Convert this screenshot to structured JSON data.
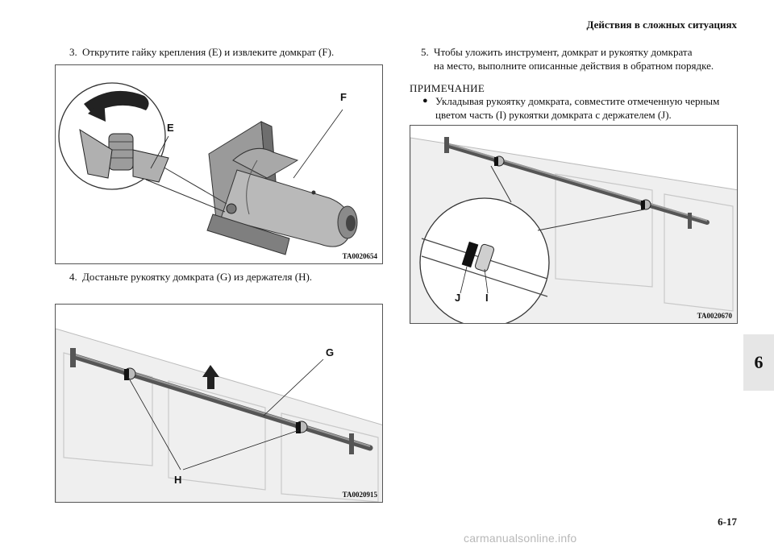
{
  "header": {
    "title": "Действия в сложных ситуациях"
  },
  "steps": [
    {
      "number": "3.",
      "text": "Открутите гайку крепления (E) и извлеките домкрат (F)."
    },
    {
      "number": "4.",
      "text": "Достаньте рукоятку домкрата (G) из держателя (H)."
    },
    {
      "number": "5.",
      "text_line1": "Чтобы уложить инструмент, домкрат и рукоятку домкрата",
      "text_line2": "на место, выполните описанные действия в обратном порядке."
    }
  ],
  "note": {
    "heading": "ПРИМЕЧАНИЕ",
    "bullet": "●",
    "line1": "Укладывая рукоятку домкрата, совместите отмеченную черным",
    "line2": "цветом часть (I) рукоятки домкрата с держателем (J)."
  },
  "figures": [
    {
      "code": "TA0020654",
      "labels": [
        "E",
        "F"
      ]
    },
    {
      "code": "TA0020915",
      "labels": [
        "G",
        "H"
      ]
    },
    {
      "code": "TA0020670",
      "labels": [
        "J",
        "I"
      ]
    }
  ],
  "chapter_tab": "6",
  "page_number": "6-17",
  "watermark": "carmanualsonline.info"
}
